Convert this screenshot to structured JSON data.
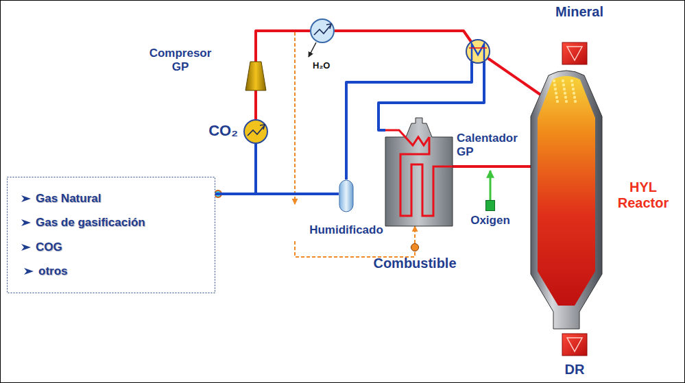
{
  "diagram": {
    "nodes": [
      {
        "text": [
          "Gas Natural",
          "Gas de gasificación",
          "COG",
          "otros"
        ]
      },
      {
        "text": [
          "Compresor GP"
        ]
      },
      {
        "text": [
          "CO₂"
        ]
      },
      {
        "text": [
          "H₂O"
        ]
      },
      {
        "text": [
          "Humidificado"
        ]
      },
      {
        "text": [
          "Calentador GP"
        ]
      },
      {
        "text": [
          "Oxigen"
        ]
      },
      {
        "text": [
          "Combustible"
        ]
      },
      {
        "text": [
          "HYL Reactor"
        ]
      }
    ],
    "edges": [
      {
        "from": 8,
        "to": 3,
        "arrow": "none"
      },
      {
        "from": 3,
        "to": 1,
        "arrow": "none"
      },
      {
        "from": 1,
        "to": 2,
        "arrow": "none"
      },
      {
        "from": 2,
        "to": 4,
        "arrow": "none"
      },
      {
        "from": 0,
        "to": 4,
        "arrow": "none"
      },
      {
        "from": 4,
        "to": 5,
        "arrow": "none"
      },
      {
        "from": 5,
        "to": 8,
        "arrow": "none"
      },
      {
        "from": 6,
        "to": 8,
        "arrow": "to"
      },
      {
        "from": 7,
        "to": 5,
        "arrow": "to"
      }
    ],
    "labels": [
      "Mineral",
      "DR"
    ]
  }
}
